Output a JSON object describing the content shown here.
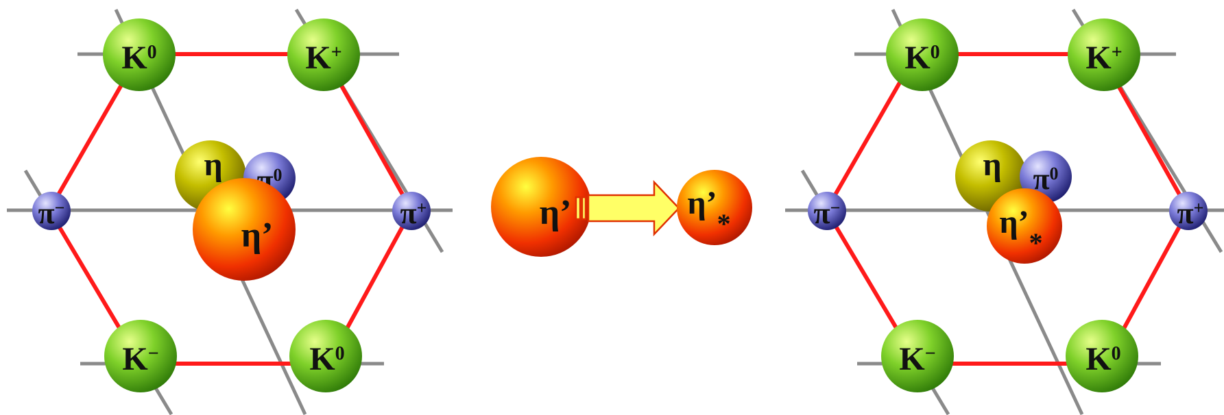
{
  "diagrams": {
    "left": {
      "particles": {
        "k0_top": {
          "base": "K",
          "sup": "0",
          "sub": ""
        },
        "kplus": {
          "base": "K",
          "sup": "+",
          "sub": ""
        },
        "piminus": {
          "base": "π",
          "sup": "−",
          "sub": ""
        },
        "piplus": {
          "base": "π",
          "sup": "+",
          "sub": ""
        },
        "eta": {
          "base": "η",
          "sup": "",
          "sub": ""
        },
        "pi0": {
          "base": "π",
          "sup": "0",
          "sub": ""
        },
        "etaprime": {
          "base": "η’",
          "sup": "",
          "sub": ""
        },
        "kminus": {
          "base": "K",
          "sup": "−",
          "sub": ""
        },
        "k0_bottom": {
          "base": "K",
          "sup": "0",
          "sub": ""
        }
      }
    },
    "middle": {
      "from": {
        "base": "η’",
        "sup": "",
        "sub": ""
      },
      "to": {
        "base": "η’",
        "sup": "",
        "sub": "*"
      }
    },
    "right": {
      "particles": {
        "k0_top": {
          "base": "K",
          "sup": "0",
          "sub": ""
        },
        "kplus": {
          "base": "K",
          "sup": "+",
          "sub": ""
        },
        "piminus": {
          "base": "π",
          "sup": "−",
          "sub": ""
        },
        "piplus": {
          "base": "π",
          "sup": "+",
          "sub": ""
        },
        "eta": {
          "base": "η",
          "sup": "",
          "sub": ""
        },
        "pi0": {
          "base": "π",
          "sup": "0",
          "sub": ""
        },
        "etaprime": {
          "base": "η’",
          "sup": "",
          "sub": "*"
        },
        "kminus": {
          "base": "K",
          "sup": "−",
          "sub": ""
        },
        "k0_bottom": {
          "base": "K",
          "sup": "0",
          "sub": ""
        }
      }
    }
  },
  "colors": {
    "hexagon_edge": "#ff1a1a",
    "axis_line": "#8a8a8a",
    "kaon": "#5cc01e",
    "pion": "#4a4ab8",
    "eta": "#b8b000",
    "eta_prime": "#f03000",
    "arrow_fill": "#ffff66",
    "arrow_stroke": "#e03000"
  }
}
